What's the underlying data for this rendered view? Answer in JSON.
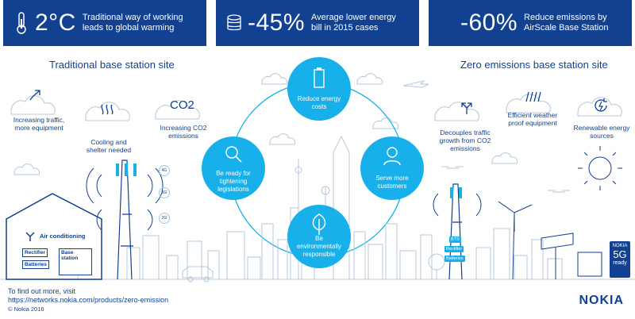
{
  "stats": [
    {
      "value": "2°C",
      "text": "Traditional way of working leads to global warming",
      "icon": "thermometer-icon"
    },
    {
      "value": "-45%",
      "text": "Average lower energy bill in 2015 cases",
      "icon": "coins-icon"
    },
    {
      "value": "-60%",
      "text": "Reduce emissions by AirScale Base Station"
    }
  ],
  "left": {
    "title": "Traditional base station site",
    "captions": {
      "traffic": "Increasing traffic, more equipment",
      "cooling": "Cooling and shelter needed",
      "co2_symbol": "CO2",
      "co2": "Increasing CO2 emissions"
    },
    "signals": [
      "4G",
      "3G",
      "2G"
    ],
    "shelter": {
      "air": "Air conditioning",
      "rectifier": "Rectifier",
      "base_station": "Base station",
      "batteries": "Batteries"
    }
  },
  "center": {
    "circles": [
      {
        "text": "Reduce energy costs",
        "icon": "battery-icon"
      },
      {
        "text": "Serve more customers",
        "icon": "user-add-icon"
      },
      {
        "text": "Be environmentally responsible",
        "icon": "leaf-icon"
      },
      {
        "text": "Be ready for tightening legislations",
        "icon": "magnifier-icon"
      }
    ]
  },
  "right": {
    "title": "Zero emissions base station site",
    "captions": {
      "decouple": "Decouples traffic growth from CO2 emissions",
      "weather": "Efficient weather proof equipment",
      "renewable": "Renewable energy sources"
    },
    "tower_labels": {
      "bts": "BTS",
      "rectifier": "Rectifier",
      "batteries": "Batteries"
    },
    "badge": {
      "top": "NOKIA",
      "main": "5G",
      "sub": "ready"
    }
  },
  "footer": {
    "line1": "To find out more, visit",
    "url": "https://networks.nokia.com/products/zero-emission",
    "copyright": "© Nokia 2016"
  },
  "logo": "NOKIA",
  "colors": {
    "navy": "#124191",
    "cyan": "#18b0ea"
  }
}
